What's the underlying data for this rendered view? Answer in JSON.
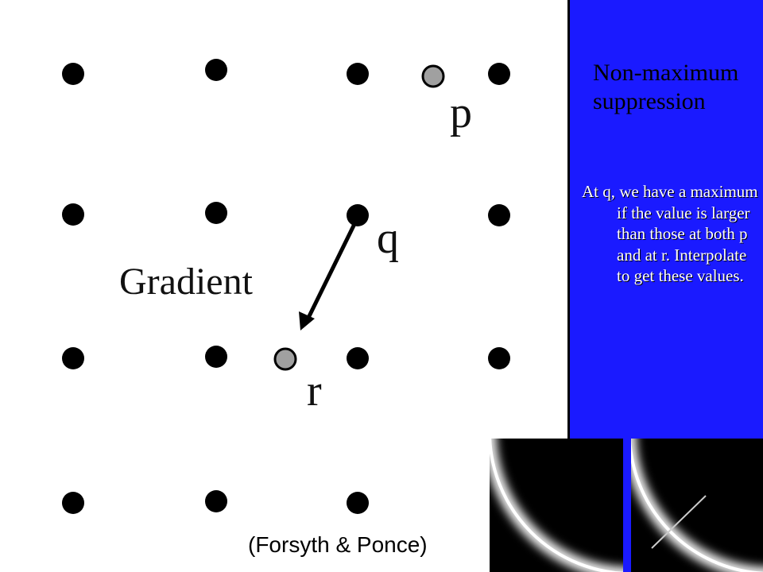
{
  "slide": {
    "title": "Non-maximum suppression",
    "body": "At q, we have a maximum if the value is larger than those at both p and at r. Interpolate to get these values.",
    "credit": "(Forsyth & Ponce)"
  },
  "figure": {
    "label_p": "p",
    "label_q": "q",
    "label_r": "r",
    "label_gradient": "Gradient"
  },
  "colors": {
    "sidebar": "#1a1aff",
    "grid_dot": "#000000",
    "interpolated_dot": "#a0a0a0"
  }
}
